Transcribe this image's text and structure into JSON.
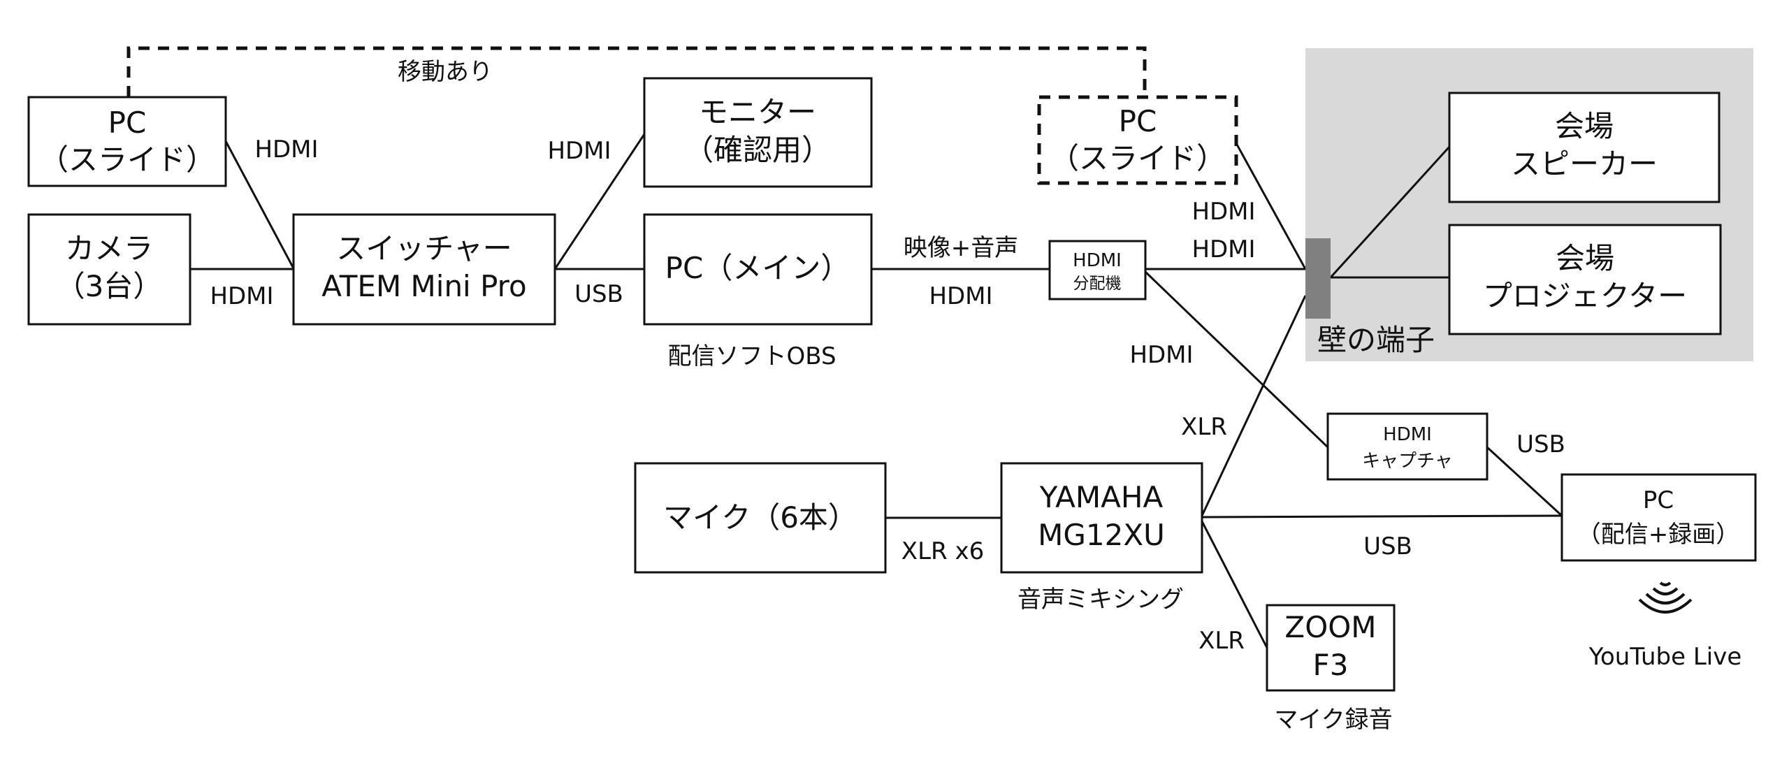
{
  "colors": {
    "venue_area": "#d9d9d9",
    "wall_terminal": "#808080",
    "line": "#111111"
  },
  "nodes": {
    "pc_slide": {
      "line1": "PC",
      "line2": "（スライド）"
    },
    "camera": {
      "line1": "カメラ",
      "line2": "（3台）"
    },
    "switcher": {
      "line1": "スイッチャー",
      "line2": "ATEM Mini Pro"
    },
    "monitor": {
      "line1": "モニター",
      "line2": "（確認用）"
    },
    "pc_main": {
      "line1": "PC（メイン）",
      "caption": "配信ソフトOBS"
    },
    "pc_slide_moved": {
      "line1": "PC",
      "line2": "（スライド）"
    },
    "hdmi_splitter": {
      "line1": "HDMI",
      "line2": "分配機"
    },
    "wall_terminal": {
      "caption": "壁の端子"
    },
    "venue_speaker": {
      "line1": "会場",
      "line2": "スピーカー"
    },
    "venue_projector": {
      "line1": "会場",
      "line2": "プロジェクター"
    },
    "hdmi_capture": {
      "line1": "HDMI",
      "line2": "キャプチャ"
    },
    "pc_stream": {
      "line1": "PC",
      "line2": "（配信+録画）",
      "icon": "broadcast-signal-icon",
      "caption": "YouTube Live"
    },
    "mics": {
      "line1": "マイク（6本）"
    },
    "mixer": {
      "line1": "YAMAHA",
      "line2": "MG12XU",
      "caption": "音声ミキシング"
    },
    "zoom_recorder": {
      "line1": "ZOOM",
      "line2": "F3",
      "caption": "マイク録音"
    }
  },
  "edges": {
    "moved_note": "移動あり",
    "pc_slide_switcher": "HDMI",
    "camera_switcher": "HDMI",
    "switcher_monitor": "HDMI",
    "switcher_pc_main": "USB",
    "pc_main_splitter_top": "映像+音声",
    "pc_main_splitter_bottom": "HDMI",
    "pc_moved_wall": "HDMI",
    "splitter_wall": "HDMI",
    "splitter_capture": "HDMI",
    "mixer_wall": "XLR",
    "capture_pc_stream": "USB",
    "mics_mixer": "XLR x6",
    "mixer_pc_stream": "USB",
    "mixer_zoom": "XLR"
  }
}
